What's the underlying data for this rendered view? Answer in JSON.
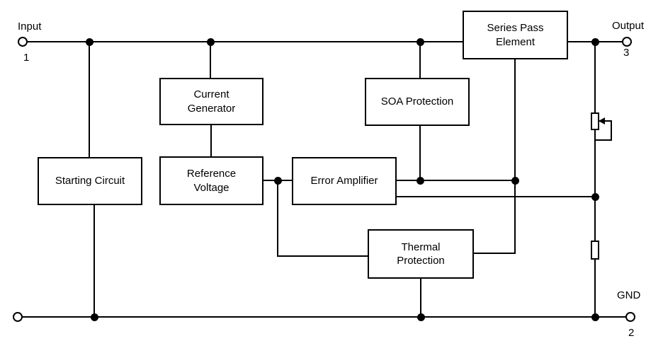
{
  "diagram": {
    "type": "block-diagram",
    "subject": "voltage regulator internal block diagram",
    "terminals": {
      "input": {
        "label": "Input",
        "pin": "1"
      },
      "output": {
        "label": "Output",
        "pin": "3"
      },
      "ground": {
        "label": "GND",
        "pin": "2"
      }
    },
    "blocks": {
      "series_pass": {
        "label": "Series Pass\nElement"
      },
      "current_generator": {
        "label": "Current\nGenerator"
      },
      "soa_protection": {
        "label": "SOA Protection"
      },
      "starting_circuit": {
        "label": "Starting Circuit"
      },
      "reference_voltage": {
        "label": "Reference\nVoltage"
      },
      "error_amplifier": {
        "label": "Error Amplifier"
      },
      "thermal_protection": {
        "label": "Thermal\nProtection"
      }
    },
    "symbols": {
      "adjustable_resistor": "potentiometer wired as rheostat on output divider",
      "fixed_resistor": "lower divider resistor to ground"
    },
    "colors": {
      "line": "#000000",
      "background": "#ffffff",
      "box_fill": "#ffffff"
    }
  }
}
